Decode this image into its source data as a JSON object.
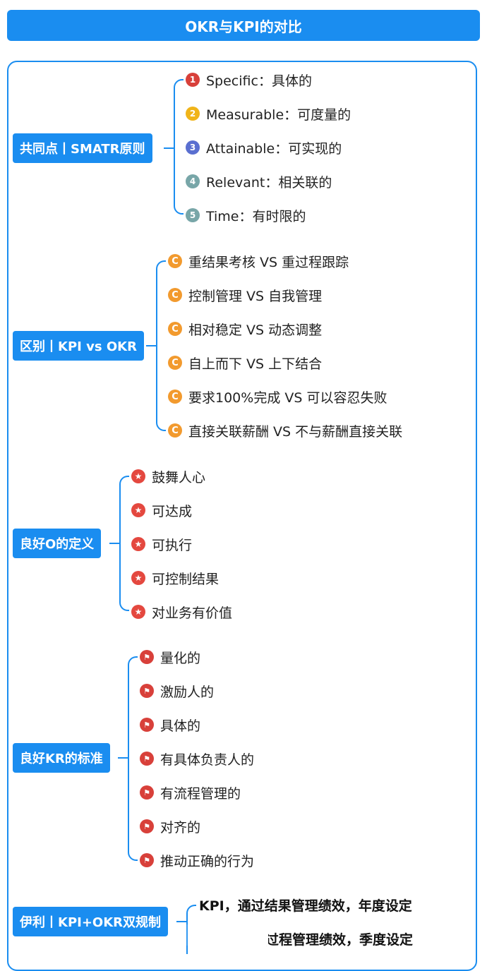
{
  "title": "OKR与KPI的对比",
  "sections": [
    {
      "label": "共同点丨SMATR原则",
      "items": [
        {
          "icon": "1",
          "text": "Specific：具体的"
        },
        {
          "icon": "2",
          "text": "Measurable：可度量的"
        },
        {
          "icon": "3",
          "text": "Attainable：可实现的"
        },
        {
          "icon": "4",
          "text": "Relevant：相关联的"
        },
        {
          "icon": "5",
          "text": "Time：有时限的"
        }
      ]
    },
    {
      "label": "区别丨KPI vs OKR",
      "items": [
        {
          "icon": "C",
          "text": "重结果考核 VS 重过程跟踪"
        },
        {
          "icon": "C",
          "text": "控制管理 VS 自我管理"
        },
        {
          "icon": "C",
          "text": "相对稳定 VS 动态调整"
        },
        {
          "icon": "C",
          "text": "自上而下 VS 上下结合"
        },
        {
          "icon": "C",
          "text": "要求100%完成 VS 可以容忍失败"
        },
        {
          "icon": "C",
          "text": "直接关联薪酬 VS 不与薪酬直接关联"
        }
      ]
    },
    {
      "label": "良好O的定义",
      "items": [
        {
          "icon": "★",
          "text": "鼓舞人心"
        },
        {
          "icon": "★",
          "text": "可达成"
        },
        {
          "icon": "★",
          "text": "可执行"
        },
        {
          "icon": "★",
          "text": "可控制结果"
        },
        {
          "icon": "★",
          "text": "对业务有价值"
        }
      ]
    },
    {
      "label": "良好KR的标准",
      "items": [
        {
          "icon": "⚑",
          "text": "量化的"
        },
        {
          "icon": "⚑",
          "text": "激励人的"
        },
        {
          "icon": "⚑",
          "text": "具体的"
        },
        {
          "icon": "⚑",
          "text": "有具体负责人的"
        },
        {
          "icon": "⚑",
          "text": "有流程管理的"
        },
        {
          "icon": "⚑",
          "text": "对齐的"
        },
        {
          "icon": "⚑",
          "text": "推动正确的行为"
        }
      ]
    },
    {
      "label": "伊利丨KPI+OKR双规制",
      "items": [
        {
          "text": "KPI，通过结果管理绩效，年度设定"
        },
        {
          "text": "过程管理绩效，季度设定"
        }
      ]
    }
  ]
}
